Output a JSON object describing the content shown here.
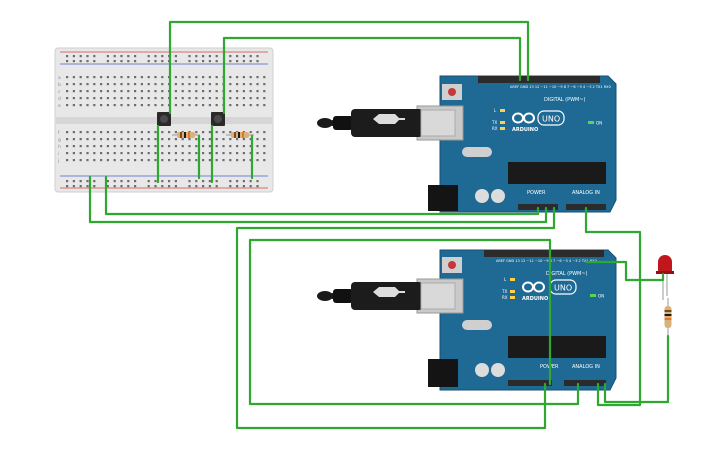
{
  "boards": [
    {
      "name": "ARDUINO",
      "model": "UNO",
      "digital_label": "DIGITAL (PWM~)",
      "analog_label": "ANALOG IN",
      "power_label": "POWER",
      "led_labels": [
        "L",
        "TX",
        "RX"
      ],
      "on_label": "ON"
    },
    {
      "name": "ARDUINO",
      "model": "UNO",
      "digital_label": "DIGITAL (PWM~)",
      "analog_label": "ANALOG IN",
      "power_label": "POWER",
      "led_labels": [
        "L",
        "TX",
        "RX"
      ],
      "on_label": "ON"
    }
  ],
  "breadboard": {
    "row_letters": [
      "a",
      "b",
      "c",
      "d",
      "e",
      "f",
      "g",
      "h",
      "i",
      "j"
    ]
  },
  "led": {
    "color": "#c0161c"
  },
  "wire_color": "#2fa82f",
  "board_color": "#1f6a94"
}
